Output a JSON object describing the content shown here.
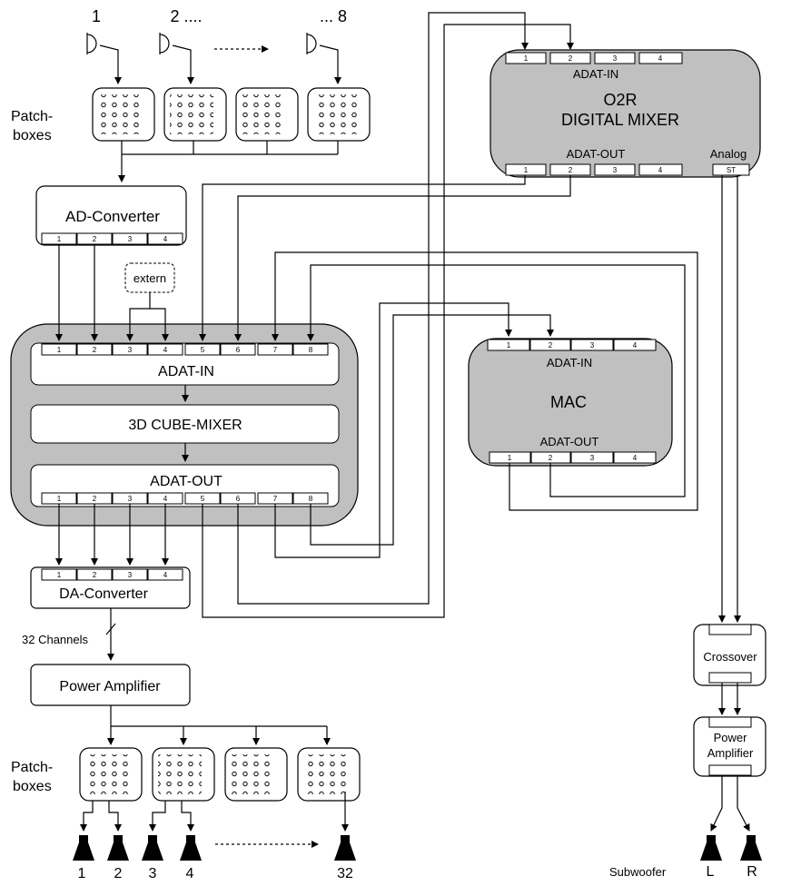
{
  "labels": {
    "mic_1": "1",
    "mic_2": "2 ....",
    "mic_8": "... 8",
    "patchboxes_top_1": "Patch-",
    "patchboxes_top_2": "boxes",
    "patchboxes_bottom_1": "Patch-",
    "patchboxes_bottom_2": "boxes",
    "ad_converter": "AD-Converter",
    "extern": "extern",
    "cube_adat_in": "ADAT-IN",
    "cube_mixer": "3D CUBE-MIXER",
    "cube_adat_out": "ADAT-OUT",
    "da_converter": "DA-Converter",
    "channels": "32 Channels",
    "power_amplifier": "Power Amplifier",
    "o2r_adat_in": "ADAT-IN",
    "o2r_title_1": "O2R",
    "o2r_title_2": "DIGITAL MIXER",
    "o2r_adat_out": "ADAT-OUT",
    "o2r_analog": "Analog",
    "mac_adat_in": "ADAT-IN",
    "mac_title": "MAC",
    "mac_adat_out": "ADAT-OUT",
    "crossover": "Crossover",
    "sub_power_1": "Power",
    "sub_power_2": "Amplifier",
    "subwoofer": "Subwoofer",
    "speaker_l": "L",
    "speaker_r": "R",
    "speaker_1": "1",
    "speaker_2": "2",
    "speaker_3": "3",
    "speaker_4": "4",
    "speaker_32": "32",
    "st_port": "ST"
  },
  "ports": {
    "ad_converter": [
      "1",
      "2",
      "3",
      "4"
    ],
    "cube_in": [
      "1",
      "2",
      "3",
      "4",
      "5",
      "6",
      "7",
      "8"
    ],
    "cube_out": [
      "1",
      "2",
      "3",
      "4",
      "5",
      "6",
      "7",
      "8"
    ],
    "da_converter": [
      "1",
      "2",
      "3",
      "4"
    ],
    "o2r_in": [
      "1",
      "2",
      "3",
      "4"
    ],
    "o2r_out": [
      "1",
      "2",
      "3",
      "4"
    ],
    "mac_in": [
      "1",
      "2",
      "3",
      "4"
    ],
    "mac_out": [
      "1",
      "2",
      "3",
      "4"
    ]
  },
  "colors": {
    "device_fill": "#c0c0c0",
    "box_fill": "#ffffff",
    "line": "#000000"
  }
}
